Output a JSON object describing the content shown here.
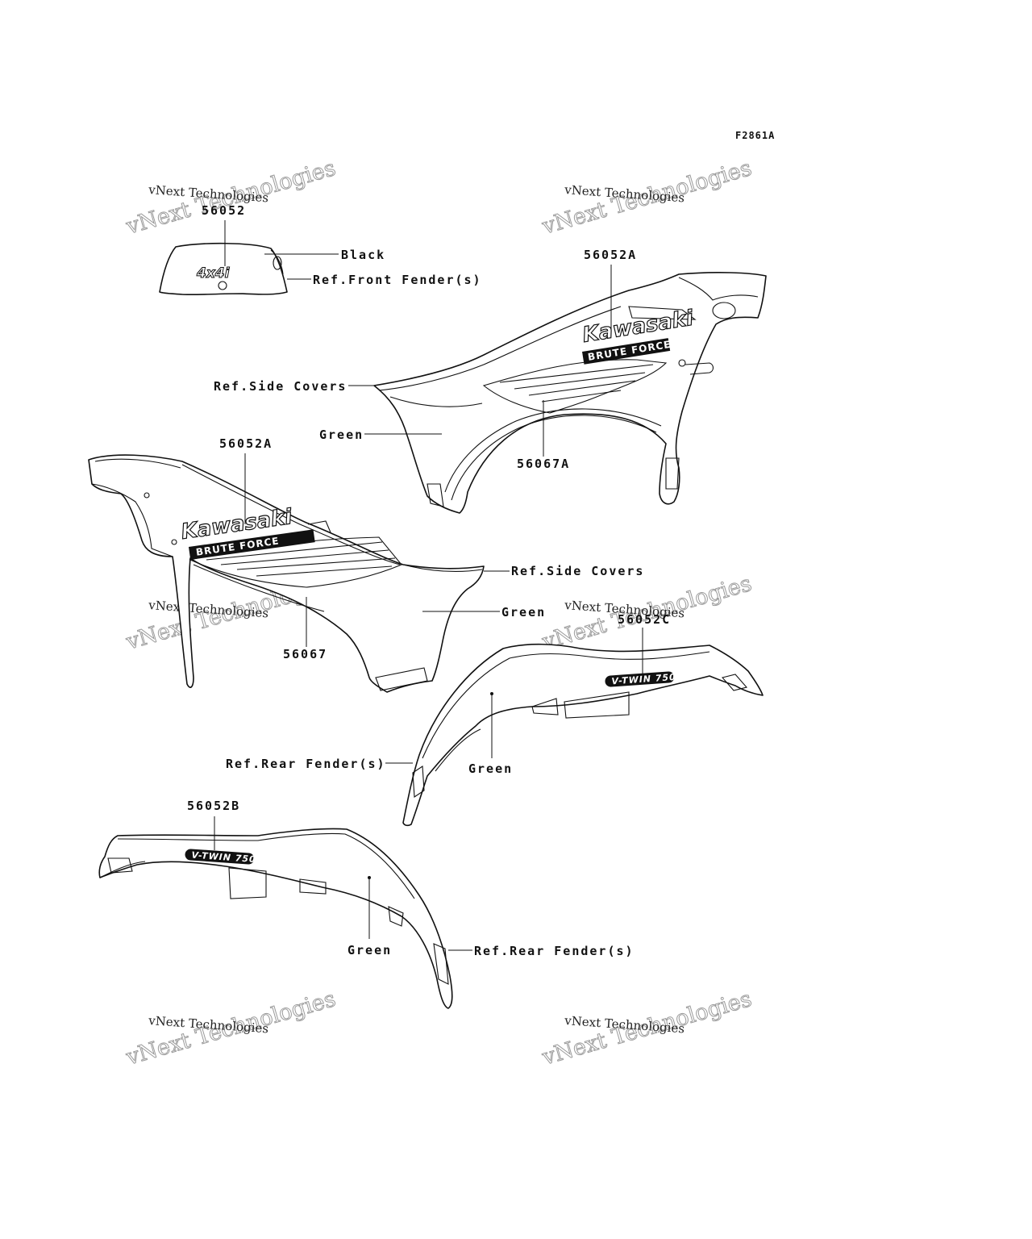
{
  "figure_code": "F2861A",
  "watermark": {
    "line1": "vNext Technologies",
    "line2": "vNext Technologies"
  },
  "callouts": {
    "p56052": "56052",
    "black": "Black",
    "ref_front_fender": "Ref.Front Fender(s)",
    "p56052a_right": "56052A",
    "ref_side_covers_right": "Ref.Side Covers",
    "green_right_cover": "Green",
    "p56067a": "56067A",
    "p56052a_left": "56052A",
    "ref_side_covers_left": "Ref.Side Covers",
    "green_left_cover": "Green",
    "p56067": "56067",
    "p56052c": "56052C",
    "ref_rear_fender_right": "Ref.Rear Fender(s)",
    "green_right_fender": "Green",
    "p56052b": "56052B",
    "green_left_fender": "Green",
    "ref_rear_fender_left": "Ref.Rear Fender(s)"
  },
  "decals": {
    "four_by_four": "4x4i",
    "brand": "Kawasaki",
    "model_line": "BRUTE FORCE",
    "model_badge": "V-TWIN 750"
  },
  "colors": {
    "line": "#111111",
    "background": "#ffffff",
    "watermark_outline": "#9a9a9a"
  }
}
